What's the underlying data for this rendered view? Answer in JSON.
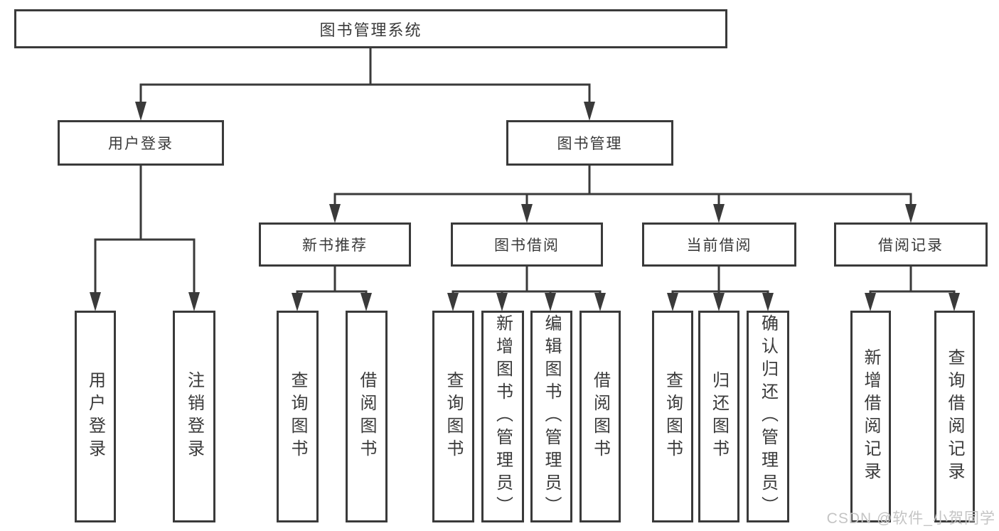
{
  "tree": {
    "label": "图书管理系统",
    "children": [
      {
        "label": "用户登录",
        "children": [
          {
            "label": "用户登录"
          },
          {
            "label": "注销登录"
          }
        ]
      },
      {
        "label": "图书管理",
        "children": [
          {
            "label": "新书推荐",
            "children": [
              {
                "label": "查询图书"
              },
              {
                "label": "借阅图书"
              }
            ]
          },
          {
            "label": "图书借阅",
            "children": [
              {
                "label": "查询图书"
              },
              {
                "label": "新增图书（管理员）"
              },
              {
                "label": "编辑图书（管理员）"
              },
              {
                "label": "借阅图书"
              }
            ]
          },
          {
            "label": "当前借阅",
            "children": [
              {
                "label": "查询图书"
              },
              {
                "label": "归还图书"
              },
              {
                "label": "确认归还（管理员）"
              }
            ]
          },
          {
            "label": "借阅记录",
            "children": [
              {
                "label": "新增借阅记录"
              },
              {
                "label": "查询借阅记录"
              }
            ]
          }
        ]
      }
    ]
  },
  "watermark": {
    "text": "CSDN @软件_小贺同学"
  },
  "colors": {
    "line": "#3a3a3a",
    "text": "#3a3a3a",
    "watermark": "#c4c4c4",
    "background": "#ffffff"
  }
}
